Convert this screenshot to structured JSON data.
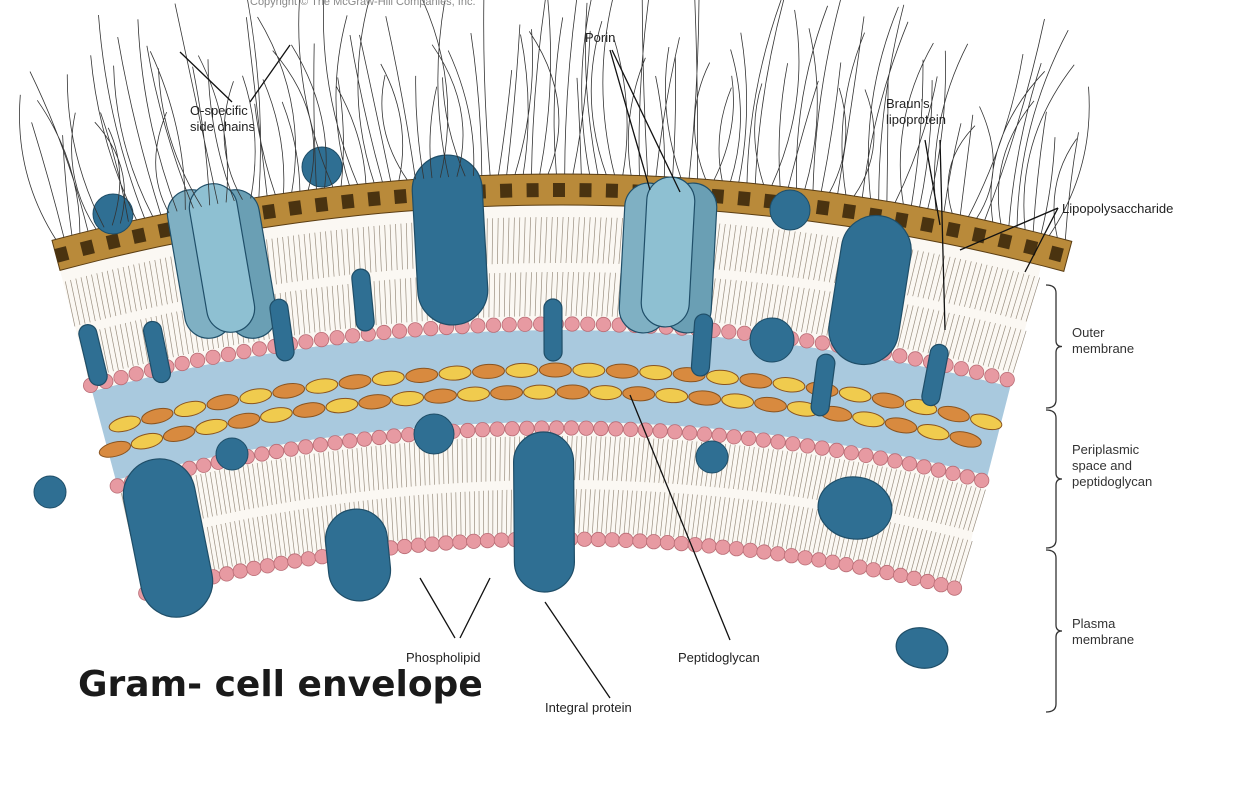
{
  "title": "Gram- cell\nenvelope",
  "copyright": "Copyright © The McGraw-Hill Companies, Inc.",
  "labels": {
    "o_specific": "O-specific\nside chains",
    "porin": "Porin",
    "brauns": "Braun's\nlipoprotein",
    "lps": "Lipopolysaccharide",
    "outer": "Outer\nmembrane",
    "periplasmic": "Periplasmic\nspace and\npeptidoglycan",
    "plasma": "Plasma\nmembrane",
    "phospholipid": "Phospholipid",
    "peptidoglycan": "Peptidoglycan",
    "integral": "Integral protein"
  },
  "colors": {
    "protein": "#2f6f93",
    "porin": "#7fb0c3",
    "lps_band": "#b98a3a",
    "lps_square": "#4a3310",
    "head": "#e79aa2",
    "peri": "#a9c9de",
    "pg_orange": "#d88a3f",
    "pg_yellow": "#f0cb4e"
  }
}
